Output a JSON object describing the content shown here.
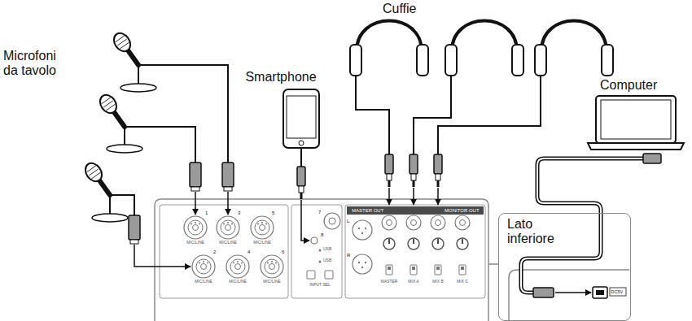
{
  "diagram": {
    "nodes": [
      {
        "text": [
          "Lato inferiore"
        ]
      }
    ],
    "labels": [
      "Cuffie",
      "Smartphone",
      "Microfoni da tavolo",
      "Computer",
      "1",
      "3",
      "5",
      "2",
      "4",
      "6",
      "7",
      "8",
      "MIC/LINE",
      "MIC/LINE",
      "MIC/LINE",
      "MIC/LINE",
      "MIC/LINE",
      "MIC/LINE",
      "MASTER OUT",
      "MONITOR OUT",
      "L",
      "R",
      "USB",
      "USB",
      "INPUT SEL",
      "MASTER",
      "MIX A",
      "MIX B",
      "MIX C",
      "DC5V"
    ]
  }
}
